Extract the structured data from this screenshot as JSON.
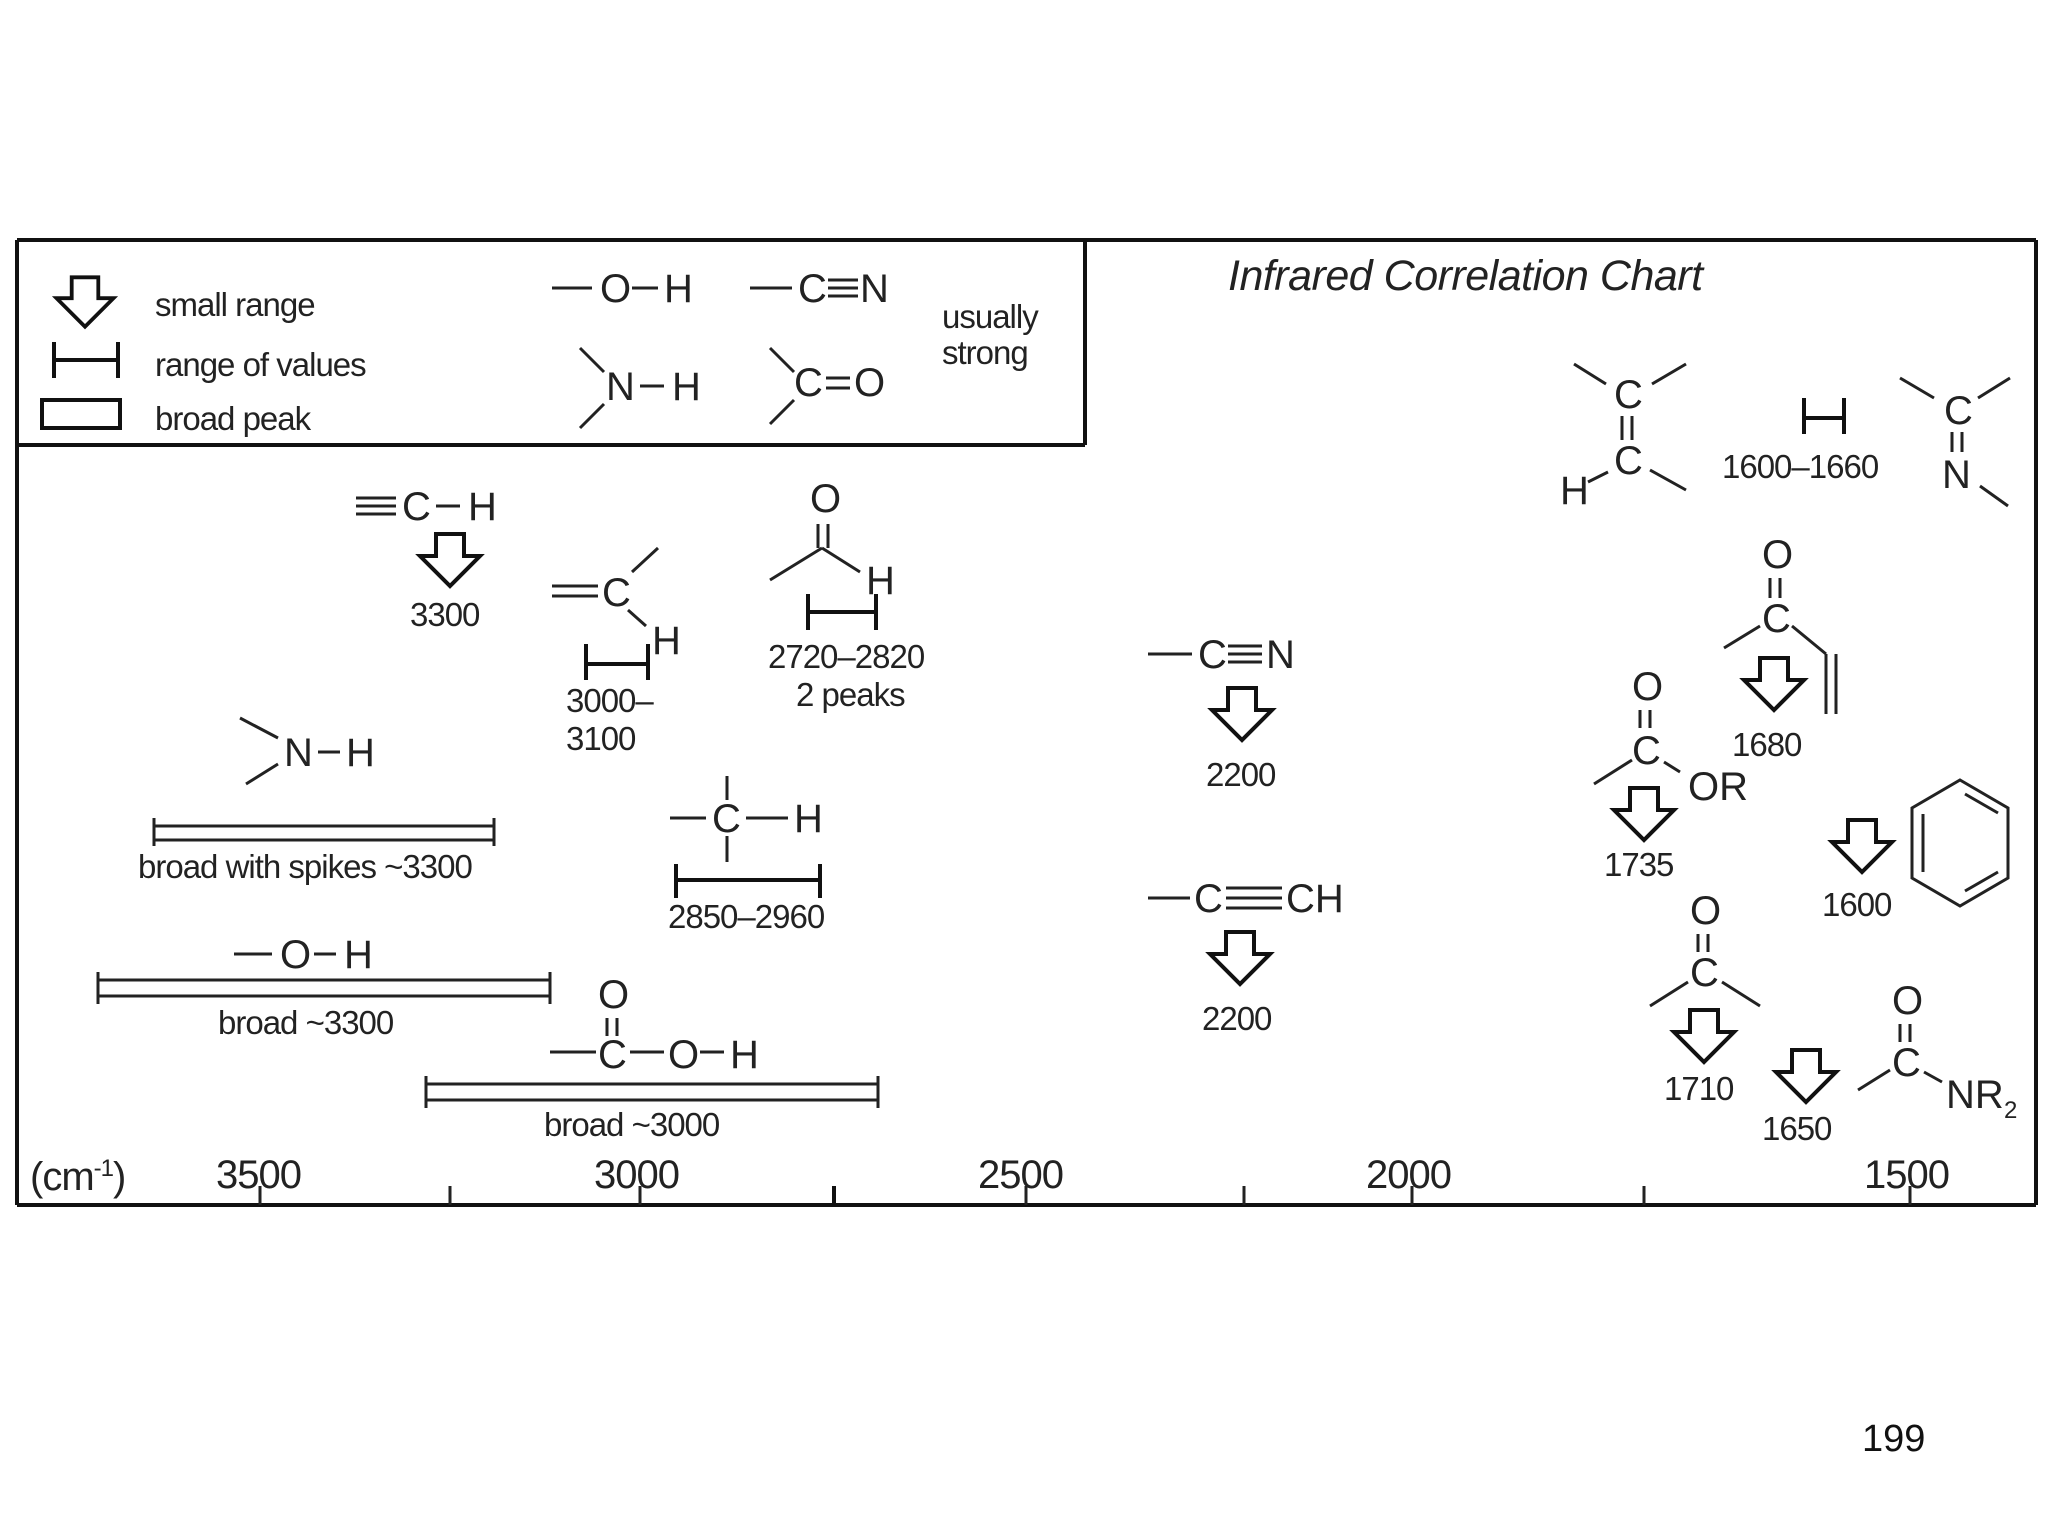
{
  "title": "Infrared Correlation Chart",
  "page_number": "199",
  "legend": {
    "small_range": "small range",
    "range_of_values": "range of values",
    "broad_peak": "broad peak",
    "usually_strong_1": "usually",
    "usually_strong_2": "strong",
    "strong_groups": [
      "O–H",
      "C≡N",
      "N–H",
      "C=O"
    ]
  },
  "axis": {
    "unit": "(cm",
    "unit_exp": "-1",
    "unit_close": ")",
    "ticks": [
      "3500",
      "3000",
      "2500",
      "2000",
      "1500"
    ]
  },
  "chem": {
    "O": "O",
    "H": "H",
    "C": "C",
    "N": "N",
    "CH": "CH",
    "OR": "OR",
    "NR": "NR",
    "sub2": "2"
  },
  "bands": {
    "alkyne_ch": "3300",
    "vinyl_ch_1": "3000–",
    "vinyl_ch_2": "3100",
    "aldehyde_ch_1": "2720–2820",
    "aldehyde_ch_2": "2 peaks",
    "nitrile": "2200",
    "alkyne_cc": "2200",
    "amine_nh": "broad with spikes ~3300",
    "alkyl_ch": "2850–2960",
    "alcohol_oh": "broad ~3300",
    "acid_oh": "broad ~3000",
    "alkene_cc": "1600–1660",
    "conj_ketone": "1680",
    "ester": "1735",
    "aromatic": "1600",
    "ketone": "1710",
    "amide": "1650"
  }
}
